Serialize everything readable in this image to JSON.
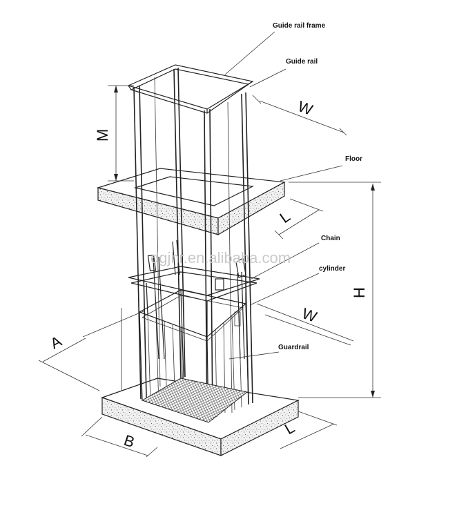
{
  "diagram": {
    "callouts": {
      "guide_rail_frame": "Guide rail frame",
      "guide_rail": "Guide rail",
      "floor": "Floor",
      "chain": "Chain",
      "cylinder": "cylinder",
      "guardrail": "Guardrail"
    },
    "dimensions": {
      "m": "M",
      "w_top": "W",
      "l_top": "L",
      "h": "H",
      "w_bottom": "W",
      "a": "A",
      "b": "B",
      "l_bottom": "L"
    },
    "watermark": "dgjhr.en.alibaba.com"
  }
}
